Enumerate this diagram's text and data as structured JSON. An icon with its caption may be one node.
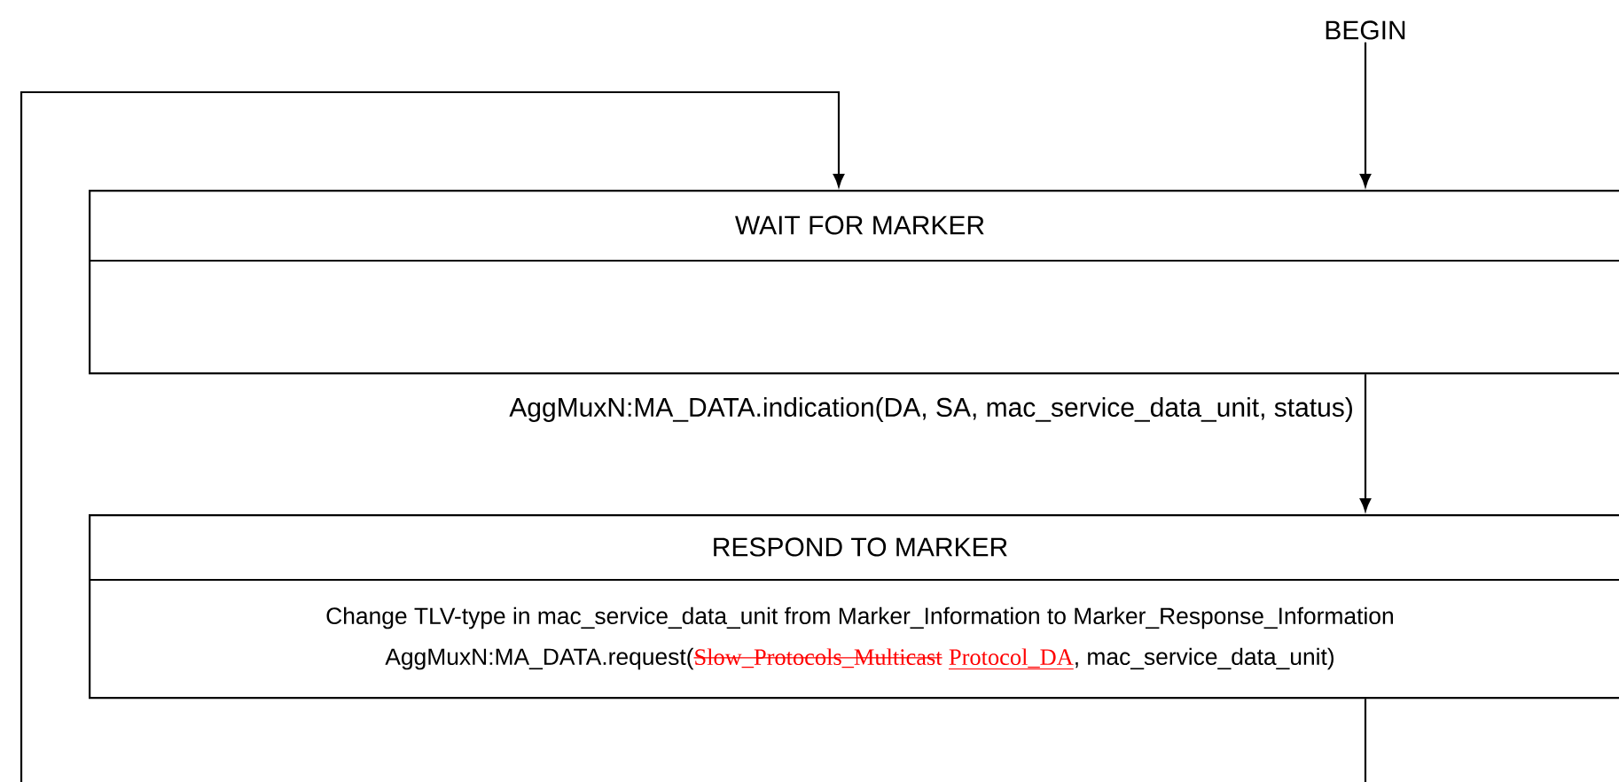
{
  "diagram": {
    "nodes": [
      {
        "text": [
          "BEGIN"
        ]
      },
      {
        "text": [
          "WAIT FOR MARKER"
        ]
      },
      {
        "text": [
          "RESPOND TO MARKER",
          "Change TLV-type in mac_service_data_unit from Marker_Information to Marker_Response_Information",
          "AggMuxN:MA_DATA.request(",
          "Slow_Protocols_Multicast",
          "Protocol_DA",
          ", mac_service_data_unit)"
        ]
      }
    ],
    "edges": [
      {
        "from": 0,
        "to": 1,
        "arrow": "to"
      },
      {
        "from": 1,
        "to": 2,
        "arrow": "to",
        "label": "AggMuxN:MA_DATA.indication(DA, SA, mac_service_data_unit, status)"
      },
      {
        "from": 2,
        "to": null,
        "arrow": "none"
      },
      {
        "from": null,
        "to": 1,
        "arrow": "to"
      }
    ]
  }
}
